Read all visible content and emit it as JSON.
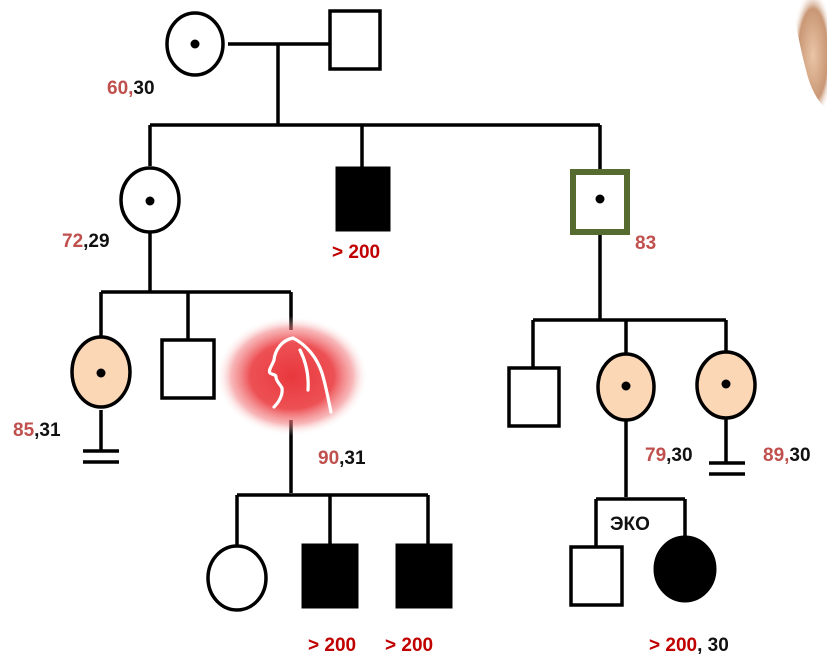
{
  "colors": {
    "line": "#000000",
    "affected_fill": "#000000",
    "carrier_fill": "#fbd7b6",
    "highlight_border": "#556b2f",
    "count_red": "#c0504d",
    "count_dark_red": "#c00000",
    "age_black": "#111111",
    "proband_glow": "#e8383d"
  },
  "individuals": [
    {
      "id": "I-1",
      "sex": "female",
      "status": "carrier",
      "count": "60,",
      "age": "30"
    },
    {
      "id": "I-2",
      "sex": "male",
      "status": "unaffected"
    },
    {
      "id": "II-1",
      "sex": "female",
      "status": "carrier",
      "count": "72",
      "age": ",29"
    },
    {
      "id": "II-2",
      "sex": "male",
      "status": "affected",
      "count": "> 200"
    },
    {
      "id": "II-3",
      "sex": "male",
      "status": "carrier-highlighted",
      "count": "83"
    },
    {
      "id": "III-1",
      "sex": "female",
      "status": "carrier-shaded",
      "count": "85",
      "age": ",31",
      "note": "infertile"
    },
    {
      "id": "III-2",
      "sex": "male",
      "status": "unaffected"
    },
    {
      "id": "III-3",
      "sex": "female",
      "status": "proband",
      "icon": "woman-profile-icon",
      "count": "90",
      "age": ",31"
    },
    {
      "id": "III-4",
      "sex": "male",
      "status": "unaffected"
    },
    {
      "id": "III-5",
      "sex": "female",
      "status": "carrier-shaded",
      "count": "79",
      "age": ",30"
    },
    {
      "id": "III-6",
      "sex": "female",
      "status": "carrier-shaded",
      "count": "89,",
      "age": "30",
      "note": "infertile"
    },
    {
      "id": "IV-1",
      "sex": "female",
      "status": "unaffected"
    },
    {
      "id": "IV-2",
      "sex": "male",
      "status": "affected",
      "count": "> 200"
    },
    {
      "id": "IV-3",
      "sex": "male",
      "status": "affected",
      "count": "> 200"
    },
    {
      "id": "IV-4",
      "sex": "male",
      "status": "unaffected"
    },
    {
      "id": "IV-5",
      "sex": "female",
      "status": "affected",
      "count": "> 200",
      "age": ", 30"
    }
  ],
  "annotations": {
    "ivf_label": "ЭКО"
  },
  "decor": {
    "corner_photo": "portrait-photo-fragment"
  }
}
